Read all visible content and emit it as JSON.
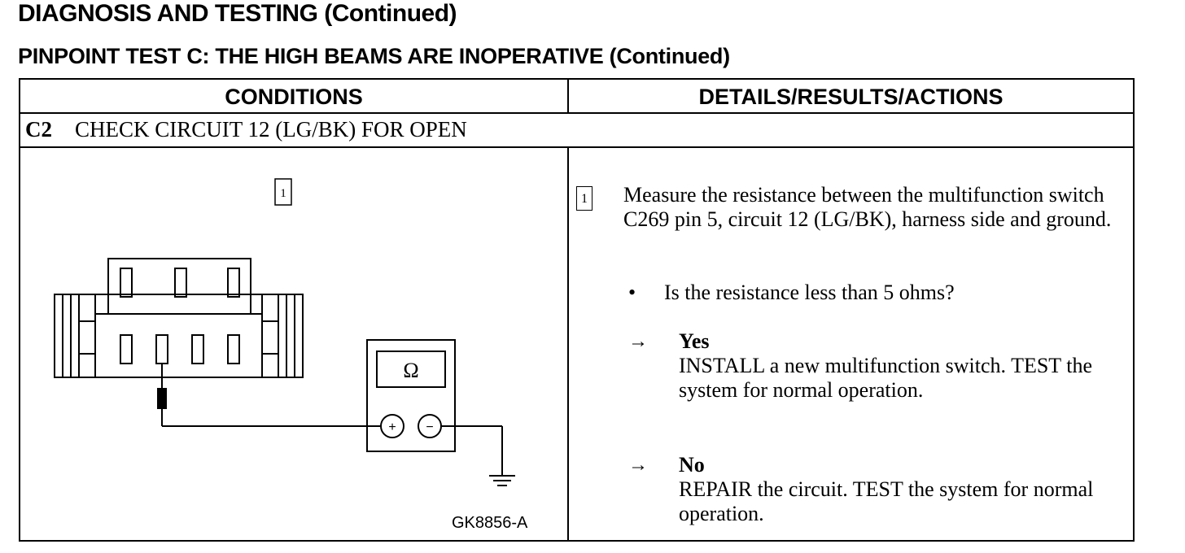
{
  "header": {
    "title": "DIAGNOSIS AND TESTING (Continued)",
    "subtitle": "PINPOINT TEST C:  THE HIGH BEAMS ARE INOPERATIVE (Continued)"
  },
  "table": {
    "col_conditions": "CONDITIONS",
    "col_details": "DETAILS/RESULTS/ACTIONS",
    "step_id": "C2",
    "step_title": "CHECK CIRCUIT 12 (LG/BK) FOR OPEN"
  },
  "diagram": {
    "callout": "1",
    "meter_symbol": "Ω",
    "plus": "+",
    "minus": "−",
    "figure_id": "GK8856-A"
  },
  "details": {
    "step_marker": "1",
    "instruction": "Measure the resistance between the multifunction switch C269 pin 5, circuit 12 (LG/BK), harness side and ground.",
    "bullet": "•",
    "question": "Is the resistance less than 5 ohms?",
    "arrow": "→",
    "yes_label": "Yes",
    "yes_action": "INSTALL a new multifunction switch. TEST the system  for normal operation.",
    "no_label": "No",
    "no_action": "REPAIR the circuit. TEST the system for normal operation."
  }
}
